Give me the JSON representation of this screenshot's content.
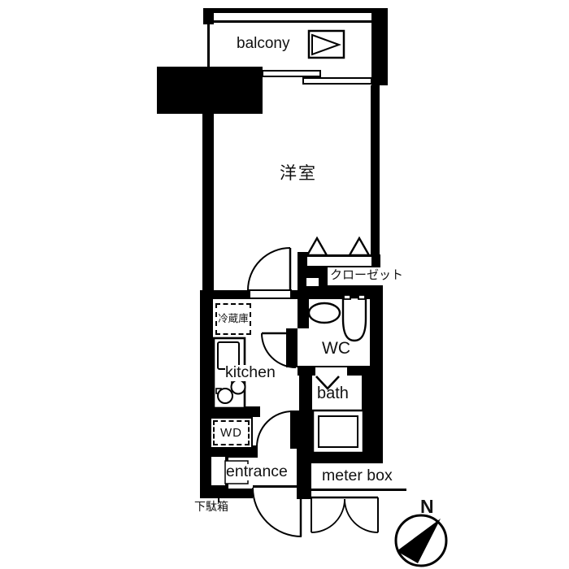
{
  "document": {
    "kind": "apartment-floor-plan"
  },
  "labels": {
    "balcony": "balcony",
    "main_room": "洋室",
    "closet": "クローゼット",
    "refrigerator": "冷蔵庫",
    "kitchen": "kitchen",
    "toilet": "WC",
    "bath": "bath",
    "washer_dryer": "WD",
    "entrance": "entrance",
    "meter_box": "meter box",
    "shoe_cabinet": "下駄箱",
    "compass_north": "N"
  },
  "colors": {
    "wall": "#000000",
    "background": "#ffffff",
    "text": "#111111"
  }
}
